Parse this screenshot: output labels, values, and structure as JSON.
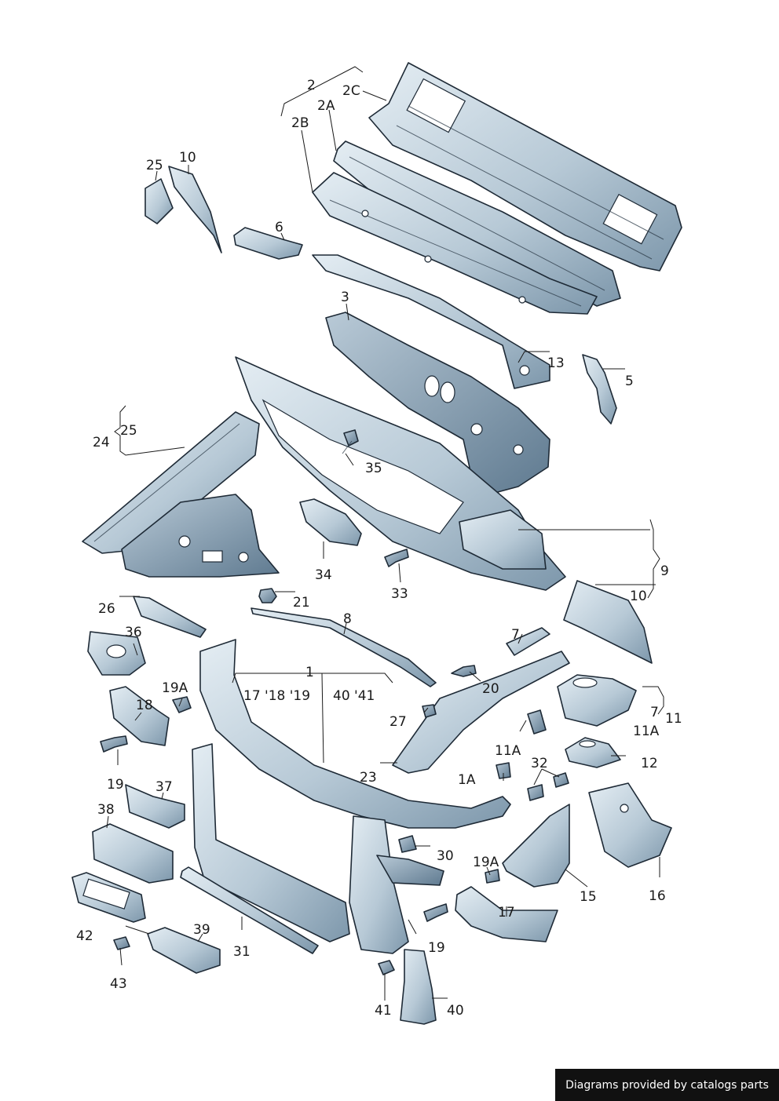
{
  "colors": {
    "part_light": "#d8e4ec",
    "part_mid": "#a9bdcc",
    "part_dark": "#5f7a90",
    "outline": "#1e2a36",
    "credit_bg": "#111111",
    "credit_text": "#ffffff"
  },
  "callouts": {
    "c1": "1",
    "c1A": "1A",
    "c2": "2",
    "c2A": "2A",
    "c2B": "2B",
    "c2C": "2C",
    "c3": "3",
    "c5": "5",
    "c6": "6",
    "c7a": "7",
    "c7b": "7",
    "c8": "8",
    "c9": "9",
    "c10a": "10",
    "c10b": "10",
    "c11": "11",
    "c11Aa": "11A",
    "c11Ab": "11A",
    "c12": "12",
    "c13": "13",
    "c15": "15",
    "c16": "16",
    "c17": "17",
    "c17_18_19": "17 '18 '19",
    "c40_41": "40 '41",
    "c18": "18",
    "c19a": "19",
    "c19b": "19",
    "c19Aa": "19A",
    "c19Ab": "19A",
    "c20": "20",
    "c21": "21",
    "c23": "23",
    "c24": "24",
    "c25a": "25",
    "c25b": "25",
    "c26": "26",
    "c27": "27",
    "c30": "30",
    "c31": "31",
    "c32": "32",
    "c33": "33",
    "c34": "34",
    "c35": "35",
    "c36": "36",
    "c37": "37",
    "c38": "38",
    "c39": "39",
    "c40": "40",
    "c41": "41",
    "c42": "42",
    "c43": "43"
  },
  "credit": "Diagrams provided by catalogs parts"
}
